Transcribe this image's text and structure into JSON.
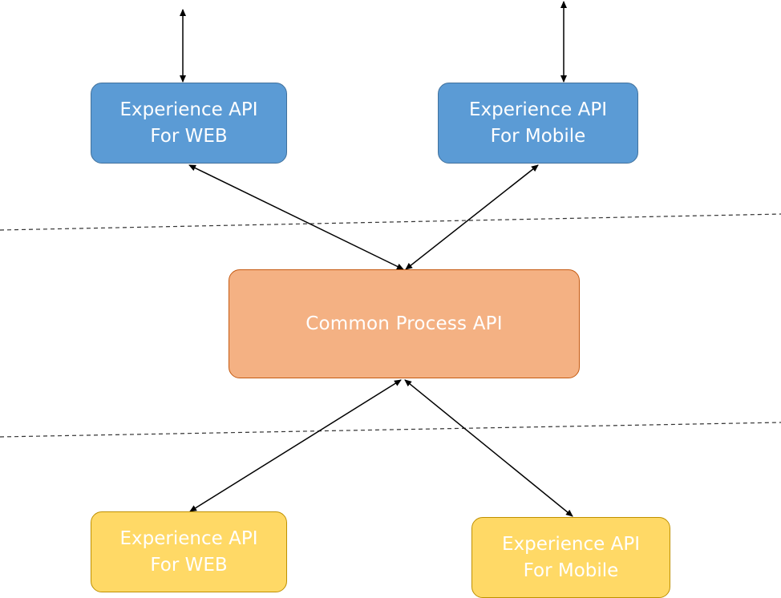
{
  "diagram": {
    "top_left": {
      "line1": "Experience API",
      "line2": "For WEB"
    },
    "top_right": {
      "line1": "Experience API",
      "line2": "For Mobile"
    },
    "center": {
      "label": "Common Process API"
    },
    "bottom_left": {
      "line1": "Experience API",
      "line2": "For WEB"
    },
    "bottom_right": {
      "line1": "Experience API",
      "line2": "For Mobile"
    }
  },
  "colors": {
    "experience_fill": "#5b9bd5",
    "process_fill": "#f4b183",
    "bottom_fill": "#ffd966",
    "connector": "#000000",
    "layer_divider": "#333333"
  }
}
